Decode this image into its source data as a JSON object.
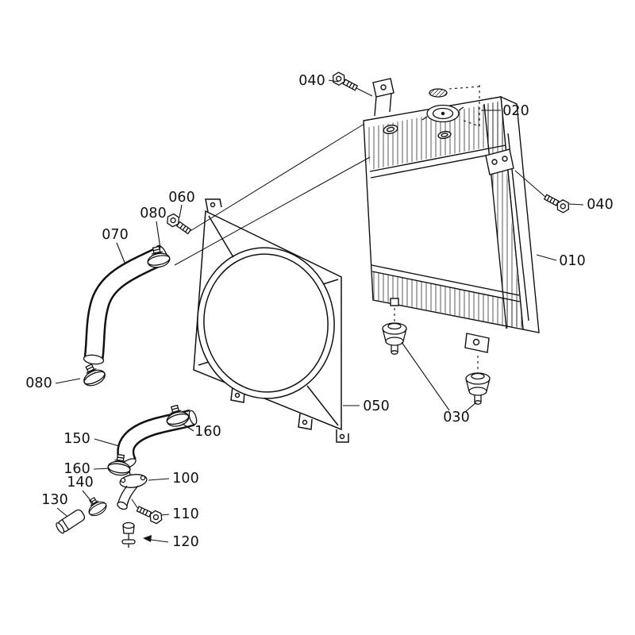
{
  "labels": {
    "l040_top": "040",
    "l020": "020",
    "l040_right": "040",
    "l010": "010",
    "l060": "060",
    "l080_top": "080",
    "l070": "070",
    "l080_left": "080",
    "l050": "050",
    "l030": "030",
    "l150": "150",
    "l160_right": "160",
    "l160_left": "160",
    "l100": "100",
    "l140": "140",
    "l130": "130",
    "l110": "110",
    "l120": "120"
  },
  "colors": {
    "background": "#ffffff",
    "line": "#111111"
  }
}
